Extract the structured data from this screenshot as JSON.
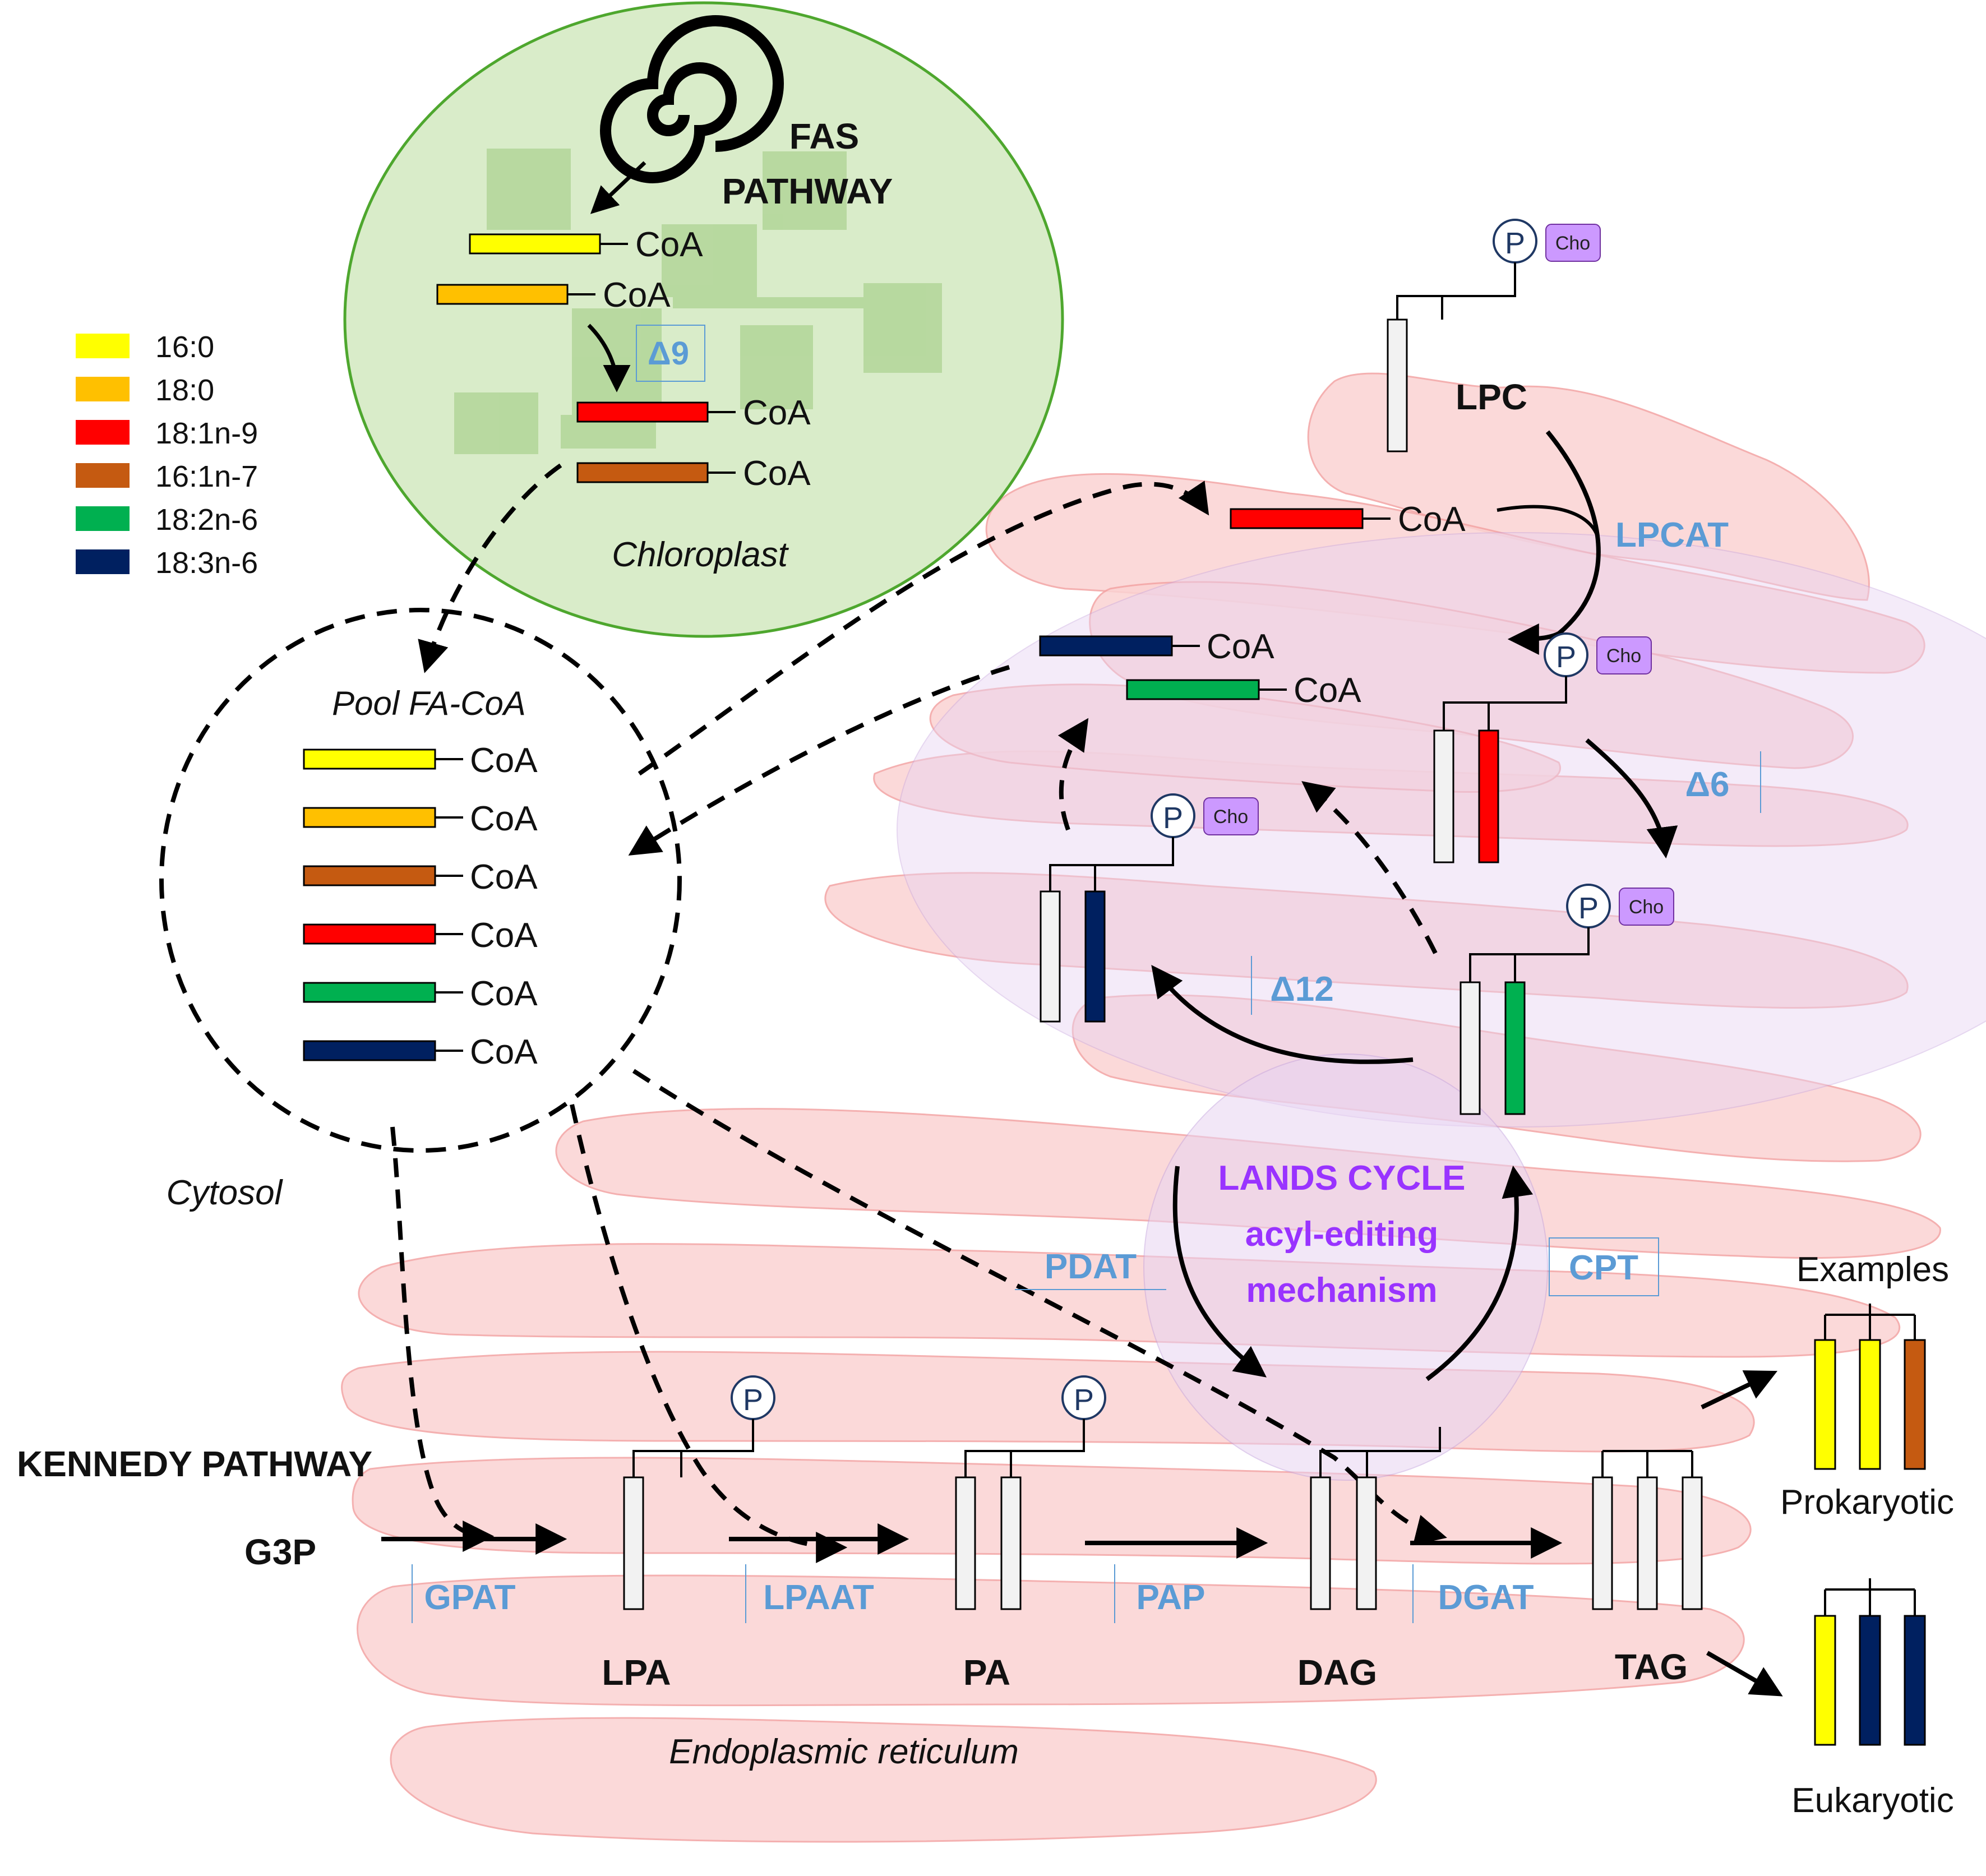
{
  "legend": [
    {
      "label": "16:0",
      "color": "#ffff00"
    },
    {
      "label": "18:0",
      "color": "#ffc000"
    },
    {
      "label": "18:1n-9",
      "color": "#ff0000"
    },
    {
      "label": "16:1n-7",
      "color": "#c55a11"
    },
    {
      "label": "18:2n-6",
      "color": "#00b050"
    },
    {
      "label": "18:3n-6",
      "color": "#002060"
    }
  ],
  "chloroplast": {
    "title_line1": "FAS",
    "title_line2": "PATHWAY",
    "delta9": "Δ9",
    "label": "Chloroplast",
    "coa": "CoA"
  },
  "pool": {
    "title": "Pool FA-CoA",
    "coa": "CoA"
  },
  "compartments": {
    "cytosol": "Cytosol",
    "er": "Endoplasmic reticulum"
  },
  "lipids": {
    "lpc": "LPC",
    "lpa": "LPA",
    "pa": "PA",
    "dag": "DAG",
    "tag": "TAG",
    "g3p": "G3P",
    "p": "P",
    "cho": "Cho",
    "coa": "CoA"
  },
  "enzymes": {
    "lpcat": "LPCAT",
    "d6": "Δ6",
    "d12": "Δ12",
    "pdat": "PDAT",
    "cpt": "CPT",
    "gpat": "GPAT",
    "lpaat": "LPAAT",
    "pap": "PAP",
    "dgat": "DGAT"
  },
  "lands": {
    "line1": "LANDS CYCLE",
    "line2": "acyl-editing",
    "line3": "mechanism"
  },
  "kennedy": "KENNEDY PATHWAY",
  "examples": {
    "title": "Examples",
    "prokaryotic": "Prokaryotic",
    "eukaryotic": "Eukaryotic"
  },
  "colors": {
    "er_fill": "#fbd3d3",
    "chloroplast_fill": "#d9ecc9",
    "lands_fill": "#e8d4f2",
    "enzyme": "#5b9bd5",
    "lands_text": "#9933ff",
    "phosphate": "#1f3864",
    "choline": "#cc99ff"
  }
}
